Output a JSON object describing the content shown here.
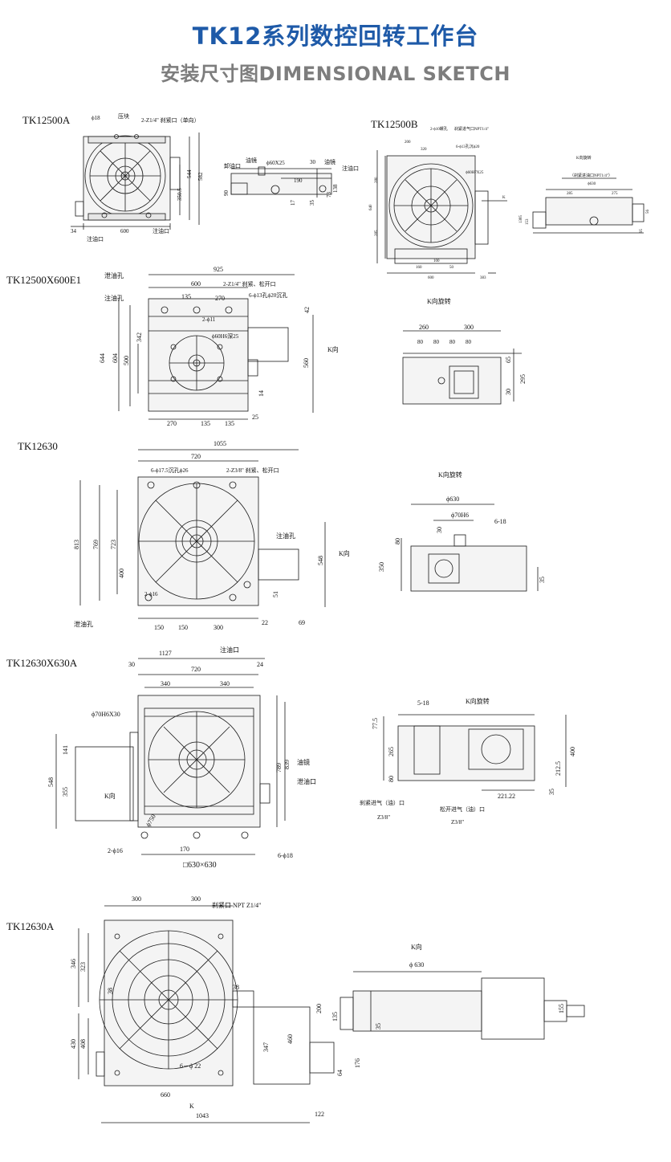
{
  "header": {
    "title": "TK12系列数控回转工作台",
    "subtitle": "安装尺寸图DIMENSIONAL SKETCH"
  },
  "models": [
    "TK12500A",
    "TK12500B",
    "TK12500X600E1",
    "TK12630",
    "TK12630X630A",
    "TK12630A"
  ],
  "views": {
    "k_direction": "K向",
    "k_rotated": "K向旋转",
    "k": "K"
  },
  "labels": {
    "a": {
      "d18": "ϕ18",
      "press_plate": "压块",
      "clamp_port": "2-Z1/4\" 刹紧口（单向）",
      "oil_fill": "注油口",
      "oil_drain": "卸油口",
      "oil_mirror": "油镜",
      "fill2": "注油口",
      "shaft": "ϕ60X25",
      "d34": "34",
      "d600": "600",
      "d544": "544",
      "d582": "582",
      "d350": "350.5",
      "d90": "90",
      "d190": "190",
      "d30": "30",
      "d17": "17",
      "d35": "35",
      "d138": "138",
      "d73": "73"
    },
    "b": {
      "note1": "2-ϕ10螺孔",
      "note2": "刹紧进气口NPT1/4\"",
      "note3": "6-ϕ13孔沉ϕ20",
      "note4": "ϕ60H7X25",
      "d200": "200",
      "d320": "320",
      "d280": "280",
      "d640": "640",
      "d600": "600",
      "d383": "383",
      "d100": "100",
      "d160": "160",
      "d50": "50",
      "d285": "285",
      "d275": "275",
      "d630": "ϕ630",
      "k_rot": "K向旋转",
      "note5": "（刹紧进油口NPT1/4\"）",
      "d1385": "1385",
      "d153": "153",
      "d56": "56",
      "d95": "95"
    },
    "e1": {
      "drain": "泄油孔",
      "fill": "注油孔",
      "d925": "925",
      "d600": "600",
      "clamp": "2-Z1/4\" 刹紧、松开口",
      "d135": "135",
      "d270": "270",
      "holes": "6-ϕ13孔ϕ20沉孔",
      "d11": "2-ϕ11",
      "d42": "42",
      "d342": "342",
      "shaft": "ϕ60H6深25",
      "d644": "644",
      "d604": "604",
      "d500": "500",
      "d560": "560",
      "d14": "14",
      "d25": "25",
      "b270": "270",
      "b135": "135",
      "b135b": "135",
      "k260": "260",
      "k300": "300",
      "k80": "80",
      "k65": "65",
      "k295": "295",
      "k30": "30"
    },
    "t630": {
      "d1055": "1055",
      "d720": "720",
      "holes": "6-ϕ17.5沉孔ϕ26",
      "clamp": "2-Z3/8\" 刹紧、松开口",
      "fill": "注油孔",
      "d813": "813",
      "d769": "769",
      "d723": "723",
      "d400": "400",
      "d16": "2-ϕ16",
      "drain": "泄油孔",
      "d150": "150",
      "d150b": "150",
      "d300": "300",
      "d22": "22",
      "d69": "69",
      "d51": "51",
      "d548": "548",
      "k630": "ϕ630",
      "k70": "ϕ70H6",
      "k618": "6-18",
      "k30": "30",
      "k80": "80",
      "k350": "350",
      "k35": "35"
    },
    "t630x": {
      "d1127": "1127",
      "fill": "注油口",
      "d30": "30",
      "d24": "24",
      "d720": "720",
      "d340": "340",
      "d340b": "340",
      "shaft": "ϕ70H6X30",
      "d141": "141",
      "d548": "548",
      "d355": "355",
      "d839": "839",
      "d789": "789",
      "mirror": "油镜",
      "drain": "泄油口",
      "d750": "ϕ750",
      "d16": "2-ϕ16",
      "d170": "170",
      "d18": "6-ϕ18",
      "square": "□630×630",
      "k518": "5-18",
      "k775": "77.5",
      "k265": "265",
      "k80": "80",
      "k400": "400",
      "k2125": "212.5",
      "k35": "35",
      "k22122": "221.22",
      "clamp1": "刹紧进气（油）口",
      "clamp2": "松开进气（油）口",
      "z38a": "Z3/8\"",
      "z38b": "Z3/8\""
    },
    "t630a": {
      "d300": "300",
      "d300b": "300",
      "clamp": "刹紧口 NPT Z1/4\"",
      "d346": "346",
      "d323": "323",
      "d430": "430",
      "d408": "408",
      "d38": "38",
      "d38b": "38",
      "d22": "6－ϕ 22",
      "d660": "660",
      "d1043": "1043",
      "d347": "347",
      "d460": "460",
      "d200": "200",
      "d64": "64",
      "d176": "176",
      "d122": "122",
      "k630": "ϕ 630",
      "d135": "135",
      "d155": "155",
      "d35": "35"
    }
  },
  "colors": {
    "title": "#1e5aa8",
    "subtitle": "#7d7d7d",
    "line": "#1a1a1a",
    "fill": "#f4f4f4"
  }
}
